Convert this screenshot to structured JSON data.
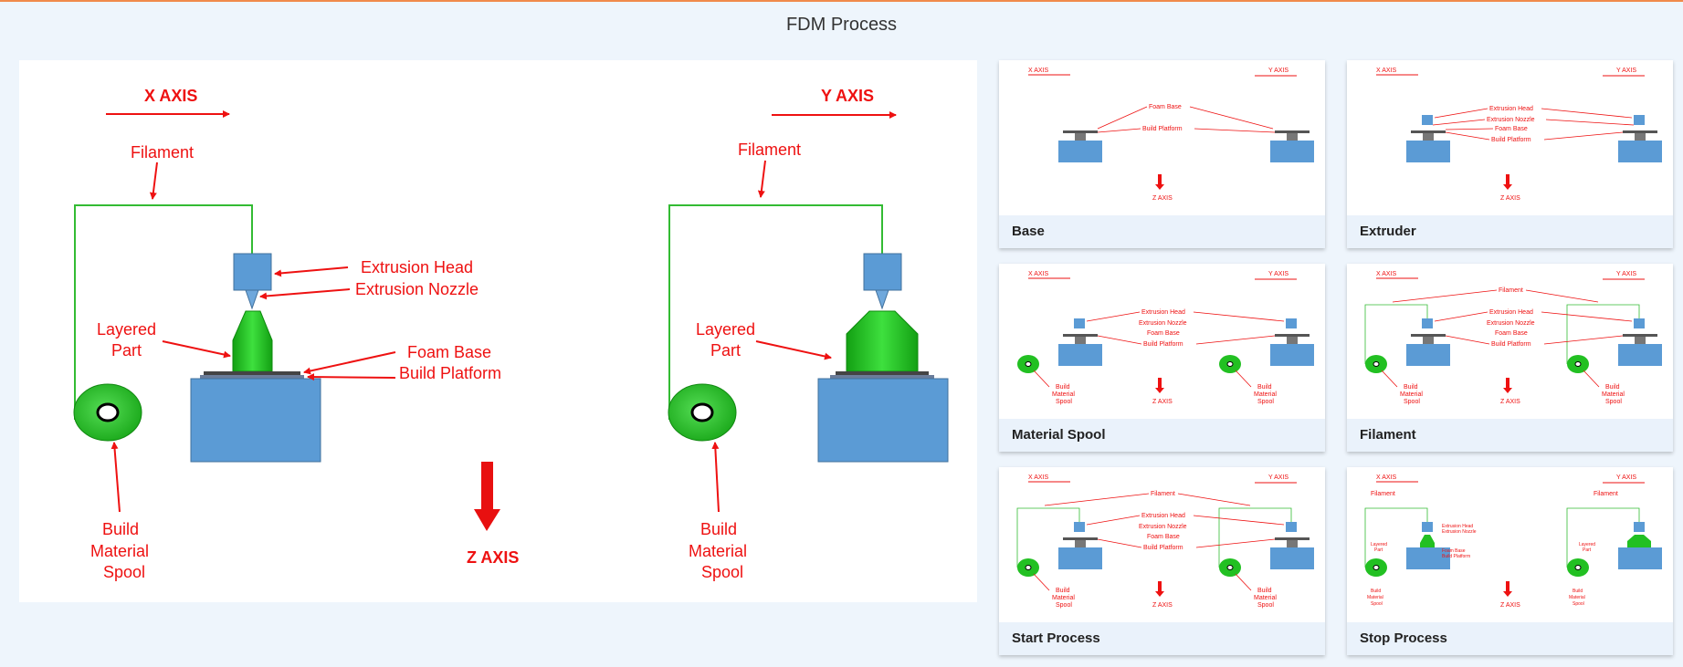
{
  "page": {
    "title": "FDM Process"
  },
  "main_diagram": {
    "x_axis": "X AXIS",
    "y_axis": "Y AXIS",
    "z_axis": "Z AXIS",
    "left": {
      "filament": "Filament",
      "extrusion_head": "Extrusion Head",
      "extrusion_nozzle": "Extrusion Nozzle",
      "layered_part_1": "Layered",
      "layered_part_2": "Part",
      "foam_base": "Foam Base",
      "build_platform": "Build Platform",
      "spool_1": "Build",
      "spool_2": "Material",
      "spool_3": "Spool"
    },
    "right": {
      "filament": "Filament",
      "layered_part_1": "Layered",
      "layered_part_2": "Part",
      "spool_1": "Build",
      "spool_2": "Material",
      "spool_3": "Spool"
    }
  },
  "thumb_labels": {
    "x_axis": "X AXIS",
    "y_axis": "Y AXIS",
    "z_axis": "Z AXIS",
    "foam_base": "Foam Base",
    "build_platform": "Build Platform",
    "extrusion_head": "Extrusion Head",
    "extrusion_nozzle": "Extrusion Nozzle",
    "filament": "Filament",
    "layered": "Layered",
    "part": "Part",
    "build": "Build",
    "material": "Material",
    "spool": "Spool"
  },
  "steps": [
    {
      "label": "Base"
    },
    {
      "label": "Extruder"
    },
    {
      "label": "Material Spool"
    },
    {
      "label": "Filament"
    },
    {
      "label": "Start Process"
    },
    {
      "label": "Stop Process"
    }
  ],
  "colors": {
    "accent_top": "#f08a4b",
    "label_red": "#ee1111",
    "machine_blue": "#5b9bd5",
    "part_green": "#22c022",
    "filament_green": "#33bb33",
    "background": "#eef5fc"
  }
}
